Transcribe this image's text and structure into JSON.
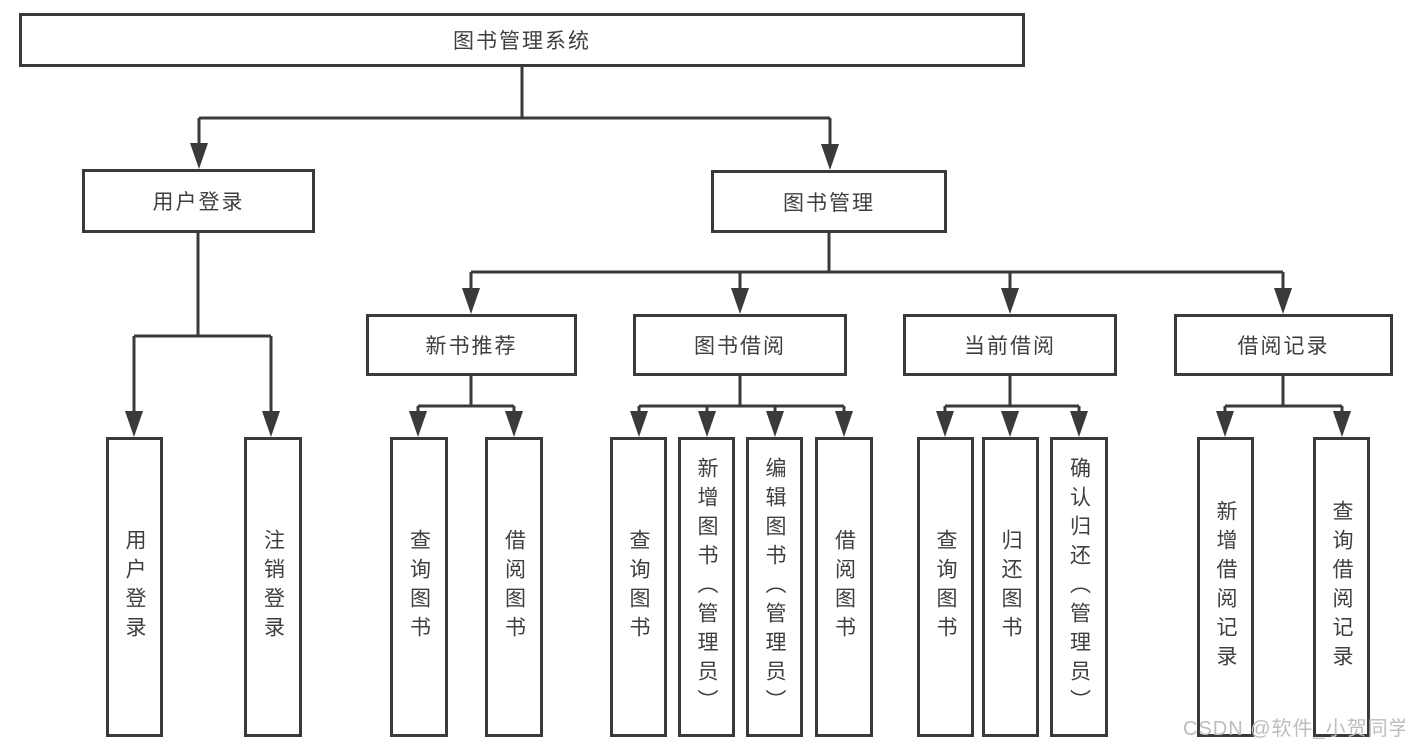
{
  "colors": {
    "line": "#3a3a3a",
    "text": "#3f3f3f",
    "watermark": "#bdbdbd",
    "bg": "#ffffff"
  },
  "watermark": {
    "text": "CSDN @软件_小贺同学"
  },
  "tree": {
    "root": {
      "label": "图书管理系统"
    },
    "branches": [
      {
        "label": "用户登录",
        "children": [
          {
            "label": "用户登录"
          },
          {
            "label": "注销登录"
          }
        ]
      },
      {
        "label": "图书管理",
        "children": [
          {
            "label": "新书推荐",
            "children": [
              {
                "label": "查询图书"
              },
              {
                "label": "借阅图书"
              }
            ]
          },
          {
            "label": "图书借阅",
            "children": [
              {
                "label": "查询图书"
              },
              {
                "label": "新增图书（管理员）"
              },
              {
                "label": "编辑图书（管理员）"
              },
              {
                "label": "借阅图书"
              }
            ]
          },
          {
            "label": "当前借阅",
            "children": [
              {
                "label": "查询图书"
              },
              {
                "label": "归还图书"
              },
              {
                "label": "确认归还（管理员）"
              }
            ]
          },
          {
            "label": "借阅记录",
            "children": [
              {
                "label": "新增借阅记录"
              },
              {
                "label": "查询借阅记录"
              }
            ]
          }
        ]
      }
    ]
  }
}
